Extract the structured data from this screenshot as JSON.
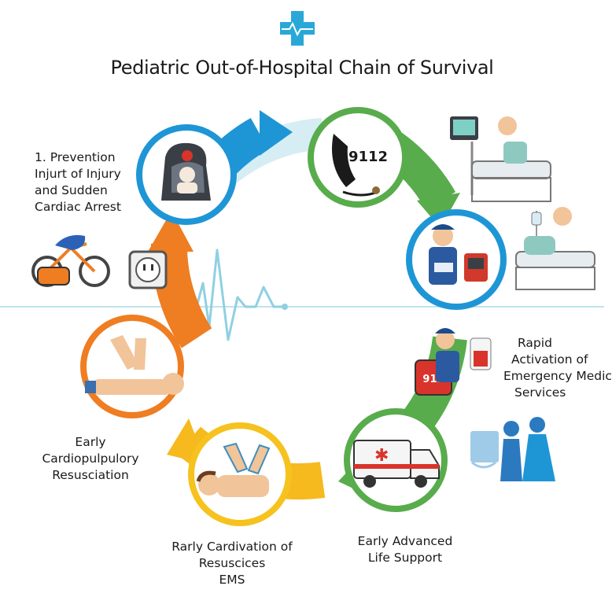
{
  "title": "Pediatric Out-of-Hospital Chain of Survival",
  "logo": {
    "icon": "medical-cross-heartbeat-icon",
    "color": "#29a8d8"
  },
  "colors": {
    "blue": "#1e96d6",
    "green": "#58ac4c",
    "orange": "#ef7d22",
    "yellow": "#f6b91e",
    "light": "#d7edf4"
  },
  "labels": {
    "prevention": [
      "1. Prevention",
      "Injurt of Injury",
      "and Sudden",
      "Cardiac Arrest"
    ],
    "rapid": [
      "Rapid",
      "Activation of",
      "Emergency Medic",
      "Services"
    ],
    "cpr": [
      "Early",
      "Cardiopulpulory",
      "Resusciation"
    ],
    "bottom": [
      "Rarly Cardivation of",
      "Resuscices",
      "EMS"
    ],
    "advanced": [
      "Early Advanced",
      "Life Support"
    ]
  },
  "phone_text": "9112",
  "defib_text": "911",
  "icons": [
    "car-seat-icon",
    "phone-icon",
    "paramedic-monitor-icon",
    "ambulance-icon",
    "cpr-hands-icon",
    "cpr-infant-icon",
    "bicycle-icon",
    "outlet-icon",
    "hospital-bed-icon",
    "medic-defibrillator-icon",
    "rehab-family-icon",
    "ecg-line-icon"
  ]
}
